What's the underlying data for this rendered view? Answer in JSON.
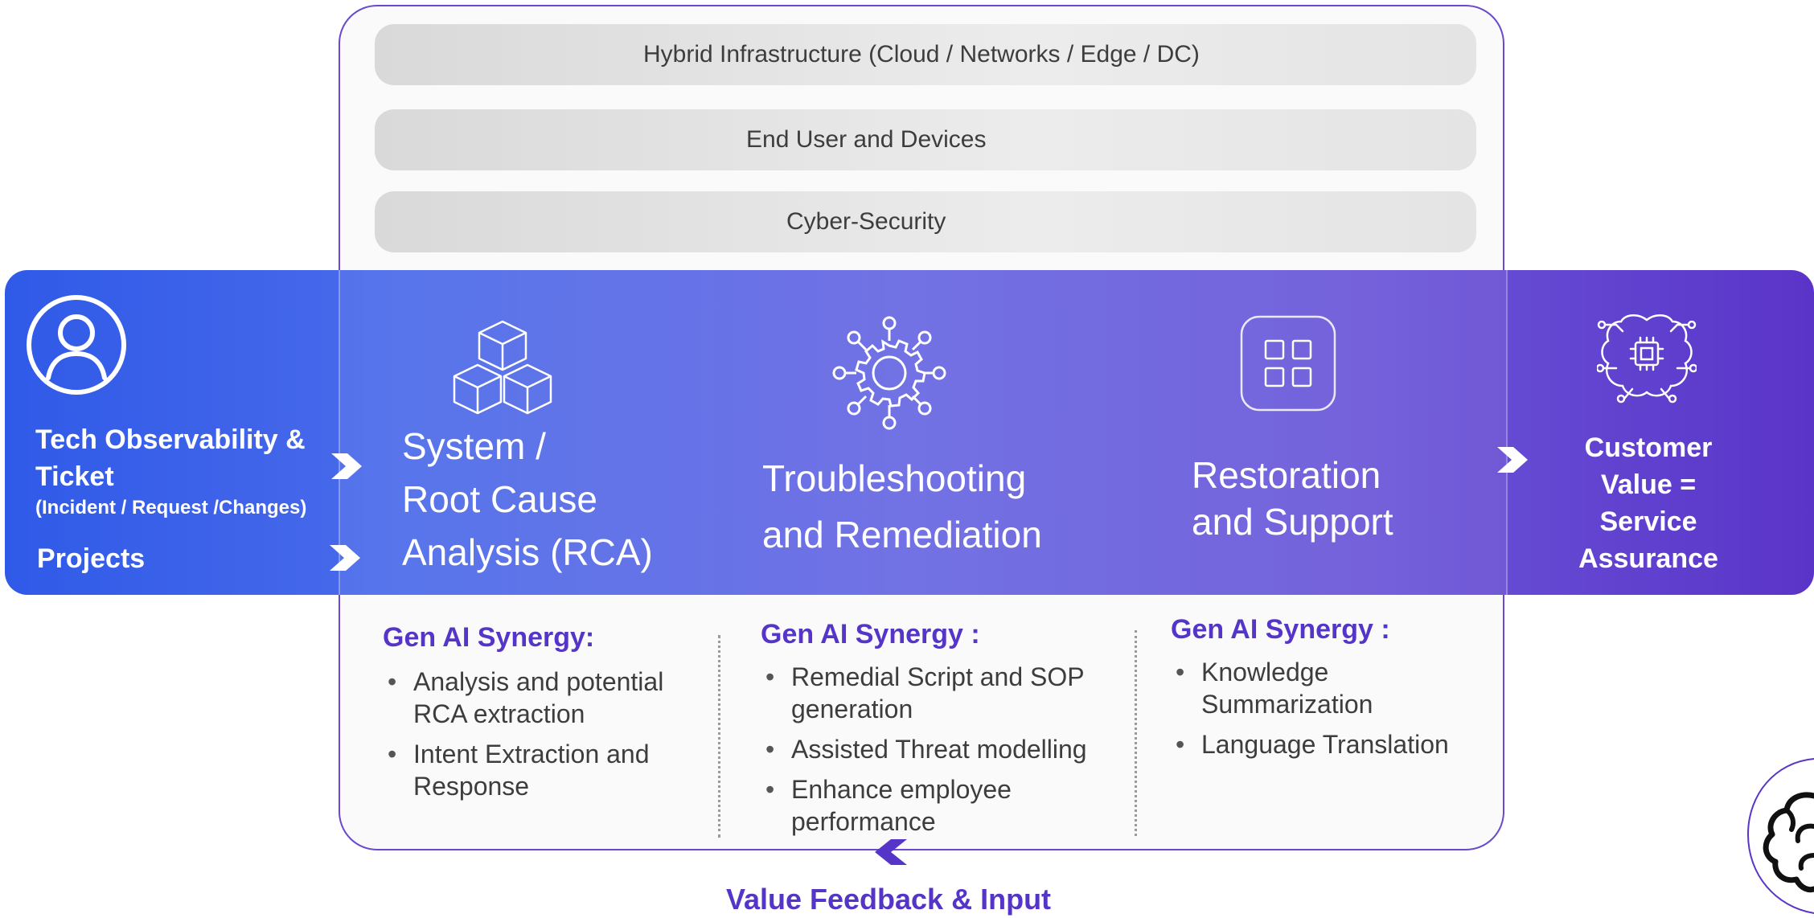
{
  "layers": {
    "hybrid": "Hybrid Infrastructure (Cloud / Networks / Edge / DC)",
    "end_user": "End User and Devices",
    "cyber": "Cyber-Security"
  },
  "inputs": {
    "tech_line1": "Tech Observability &",
    "tech_line2": "Ticket",
    "tech_sub": "(Incident / Request /Changes)",
    "projects": "Projects"
  },
  "stages": {
    "rca": {
      "line1": "System /",
      "line2": "Root Cause",
      "line3": "Analysis (RCA)",
      "icon": "cubes-icon"
    },
    "troubleshoot": {
      "line1": "Troubleshooting",
      "line2": "and Remediation",
      "icon": "gear-network-icon"
    },
    "restoration": {
      "line1": "Restoration",
      "line2": "and Support",
      "icon": "grid-app-icon"
    }
  },
  "output": {
    "line1": "Customer",
    "line2": "Value =",
    "line3": "Service",
    "line4": "Assurance",
    "icon": "ai-chip-brain-icon"
  },
  "synergy": {
    "rca": {
      "title": "Gen AI Synergy:",
      "items": [
        "Analysis and potential RCA extraction",
        "Intent Extraction and Response"
      ]
    },
    "troubleshoot": {
      "title": "Gen AI Synergy :",
      "items": [
        "Remedial Script and SOP generation",
        "Assisted Threat modelling",
        "Enhance employee performance"
      ]
    },
    "restoration": {
      "title": "Gen AI Synergy :",
      "items": [
        "Knowledge Summarization",
        "Language Translation"
      ]
    }
  },
  "feedback": "Value Feedback & Input",
  "colors": {
    "band_start": "#2f5ae8",
    "band_end": "#5a34c8",
    "accent": "#5535c8",
    "frame": "#6a48cf"
  }
}
